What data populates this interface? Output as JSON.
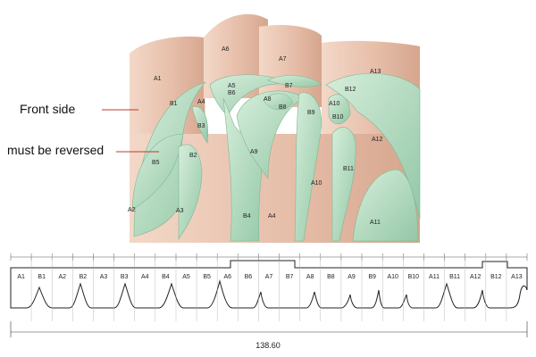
{
  "callouts": {
    "front_side": "Front side",
    "must_reverse": "must be reversed"
  },
  "model_labels": {
    "A1": "A1",
    "A2": "A2",
    "A3": "A3",
    "A4": "A4",
    "A5": "A5",
    "A6": "A6",
    "A7": "A7",
    "A8": "A8",
    "A9": "A9",
    "A10": "A10",
    "A11": "A11",
    "A12": "A12",
    "A13": "A13",
    "B1": "B1",
    "B2": "B2",
    "B3": "B3",
    "B4": "B4",
    "B5": "B5",
    "B6": "B6",
    "B7": "B7",
    "B8": "B8",
    "B9": "B9",
    "B10": "B10",
    "B11": "B11",
    "B12": "B12"
  },
  "strip_labels": [
    "A1",
    "B1",
    "A2",
    "B2",
    "A3",
    "B3",
    "A4",
    "B4",
    "A5",
    "B5",
    "A6",
    "B6",
    "A7",
    "B7",
    "A8",
    "B8",
    "A9",
    "B9",
    "A10",
    "B10",
    "A11",
    "B11",
    "A12",
    "B12",
    "A13"
  ],
  "total_length": "138.60",
  "colors": {
    "tan": "#e9c6b3",
    "tan_dark": "#cf9f88",
    "green": "#c6e4cf",
    "green_dark": "#8fc3a2",
    "line": "#222222",
    "leader": "#c0392b"
  }
}
